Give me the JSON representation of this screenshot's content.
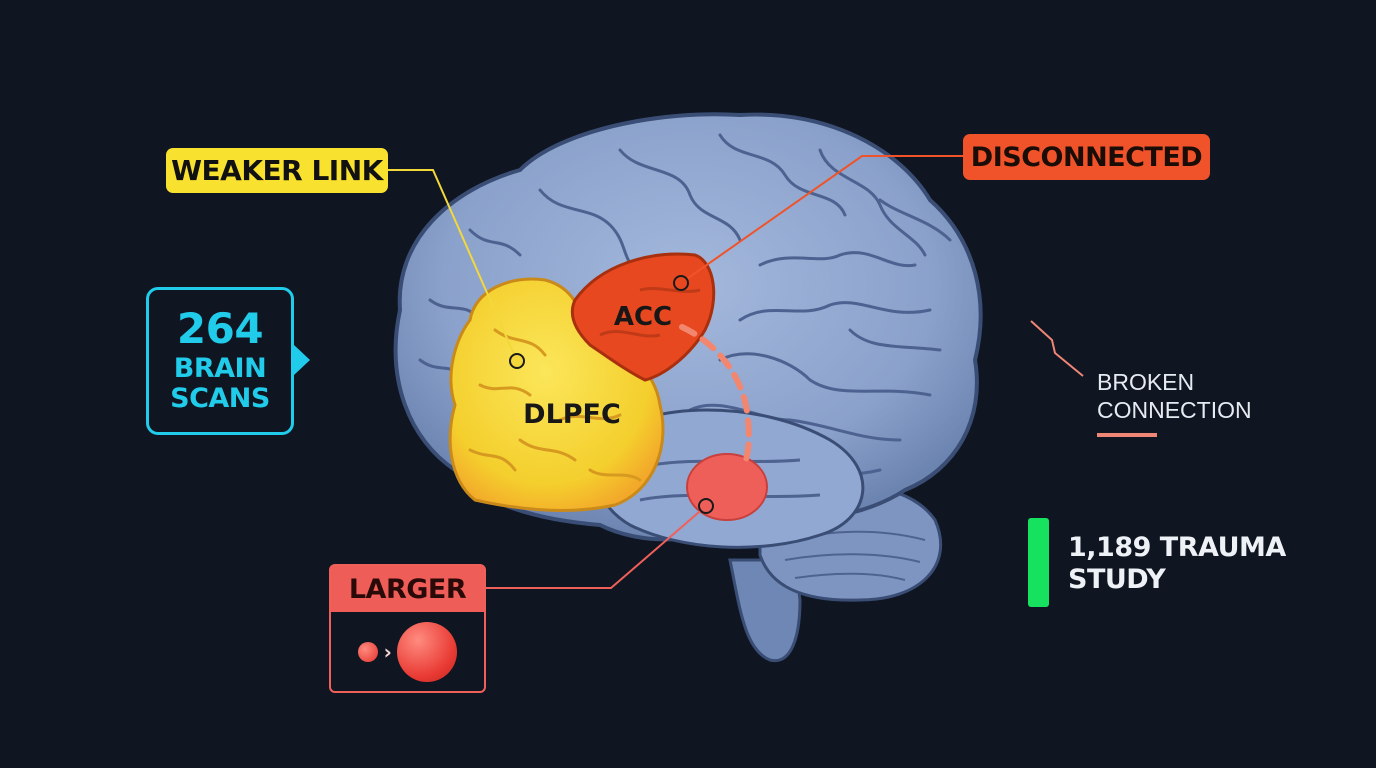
{
  "labels": {
    "weaker_link": "WEAKER LINK",
    "disconnected": "DISCONNECTED",
    "acc": "ACC",
    "dlpfc": "DLPFC",
    "larger": "LARGER",
    "broken_connection": [
      "BROKEN",
      "CONNECTION"
    ]
  },
  "stats": {
    "scans_count": "264",
    "scans_unit": [
      "BRAIN",
      "SCANS"
    ],
    "study": [
      "1,189 TRAUMA",
      "STUDY"
    ]
  },
  "colors": {
    "background": "#0f1521",
    "brain": "#8ea6cf",
    "dlpfc": "#f6d73a",
    "acc": "#e8481f",
    "amygdala": "#ef5f5a",
    "scans": "#21cbea",
    "study": "#16e25f"
  }
}
